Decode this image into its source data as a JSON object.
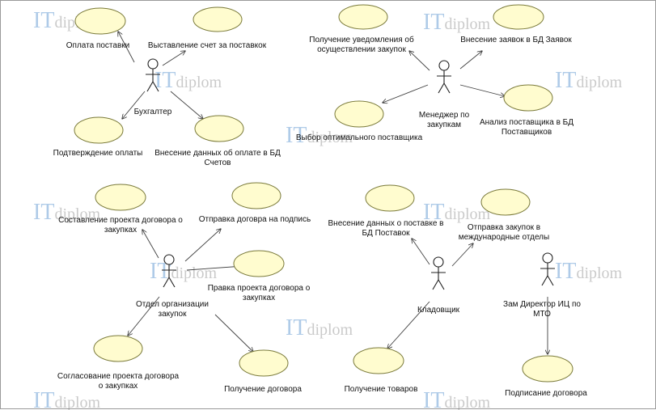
{
  "watermark": {
    "it": "IT",
    "rest": "diplom"
  },
  "actors": [
    {
      "id": "accountant",
      "label": [
        "Бухгалтер"
      ]
    },
    {
      "id": "manager",
      "label": [
        "Менеджер по",
        "закупкам"
      ]
    },
    {
      "id": "procurement-dept",
      "label": [
        "Отдел организации",
        "закупок"
      ]
    },
    {
      "id": "storekeeper",
      "label": [
        "Кладовщик"
      ]
    },
    {
      "id": "deputy-director",
      "label": [
        "Зам Директор ИЦ по",
        "МТО"
      ]
    }
  ],
  "use_cases": [
    {
      "id": "uc-delivery-payment",
      "actor": "accountant",
      "label": [
        "Оплата поставки"
      ]
    },
    {
      "id": "uc-invoice",
      "actor": "accountant",
      "label": [
        "Выставление счет за поставкок"
      ]
    },
    {
      "id": "uc-payment-confirm",
      "actor": "accountant",
      "label": [
        "Подтверждение оплаты"
      ]
    },
    {
      "id": "uc-payment-entry",
      "actor": "accountant",
      "label": [
        "Внесение данных об оплате в БД",
        "Счетов"
      ]
    },
    {
      "id": "uc-notification",
      "actor": "manager",
      "label": [
        "Получение уведомления об",
        "осуществлении закупок"
      ]
    },
    {
      "id": "uc-orders-entry",
      "actor": "manager",
      "label": [
        "Внесение заявок в БД Заявок"
      ]
    },
    {
      "id": "uc-supplier-choice",
      "actor": "manager",
      "label": [
        "Выбор оптимального поставщика"
      ]
    },
    {
      "id": "uc-supplier-analysis",
      "actor": "manager",
      "label": [
        "Анализ поставщика в БД",
        "Поставщиков"
      ]
    },
    {
      "id": "uc-contract-draft",
      "actor": "procurement-dept",
      "label": [
        "Составление проекта договора о",
        "закупках"
      ]
    },
    {
      "id": "uc-contract-send",
      "actor": "procurement-dept",
      "label": [
        "Отправка договра на подпись"
      ]
    },
    {
      "id": "uc-contract-edit",
      "actor": "procurement-dept",
      "label": [
        "Правка проекта договора о",
        "закупках"
      ]
    },
    {
      "id": "uc-contract-approve",
      "actor": "procurement-dept",
      "label": [
        "Согласование проекта договора",
        "о закупках"
      ]
    },
    {
      "id": "uc-contract-receive",
      "actor": "procurement-dept",
      "label": [
        "Получение договора"
      ]
    },
    {
      "id": "uc-delivery-entry",
      "actor": "storekeeper",
      "label": [
        "Внесение данных о поставке в",
        "БД Поставок"
      ]
    },
    {
      "id": "uc-intl-send",
      "actor": "storekeeper",
      "label": [
        "Отправка закупок в",
        "международные отделы"
      ]
    },
    {
      "id": "uc-goods-receive",
      "actor": "storekeeper",
      "label": [
        "Получение товаров"
      ]
    },
    {
      "id": "uc-contract-sign",
      "actor": "deputy-director",
      "label": [
        "Подписание договора"
      ]
    }
  ]
}
